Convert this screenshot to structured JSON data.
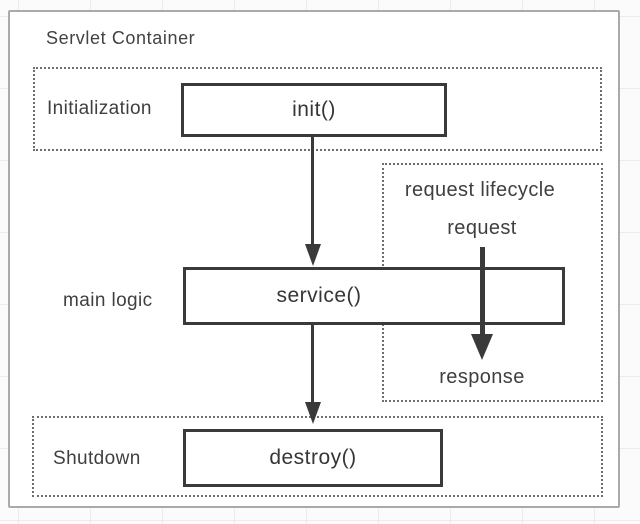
{
  "diagram": {
    "title": "Servlet Container",
    "phases": {
      "initialization": {
        "label": "Initialization",
        "method": "init()"
      },
      "main_logic": {
        "label": "main logic",
        "method": "service()"
      },
      "shutdown": {
        "label": "Shutdown",
        "method": "destroy()"
      }
    },
    "request_lifecycle": {
      "label": "request lifecycle",
      "request_label": "request",
      "response_label": "response"
    },
    "flow": [
      "init() -> service()",
      "service() -> destroy()",
      "request -> through service() -> response"
    ]
  },
  "colors": {
    "method_box_border": "#3a3a3a",
    "dotted_group_border": "#6e6e6e",
    "container_border": "#aaaaaa",
    "text": "#3f3f3f",
    "arrow": "#3a3a3a",
    "background": "#ffffff",
    "grid_line": "#ececec"
  }
}
